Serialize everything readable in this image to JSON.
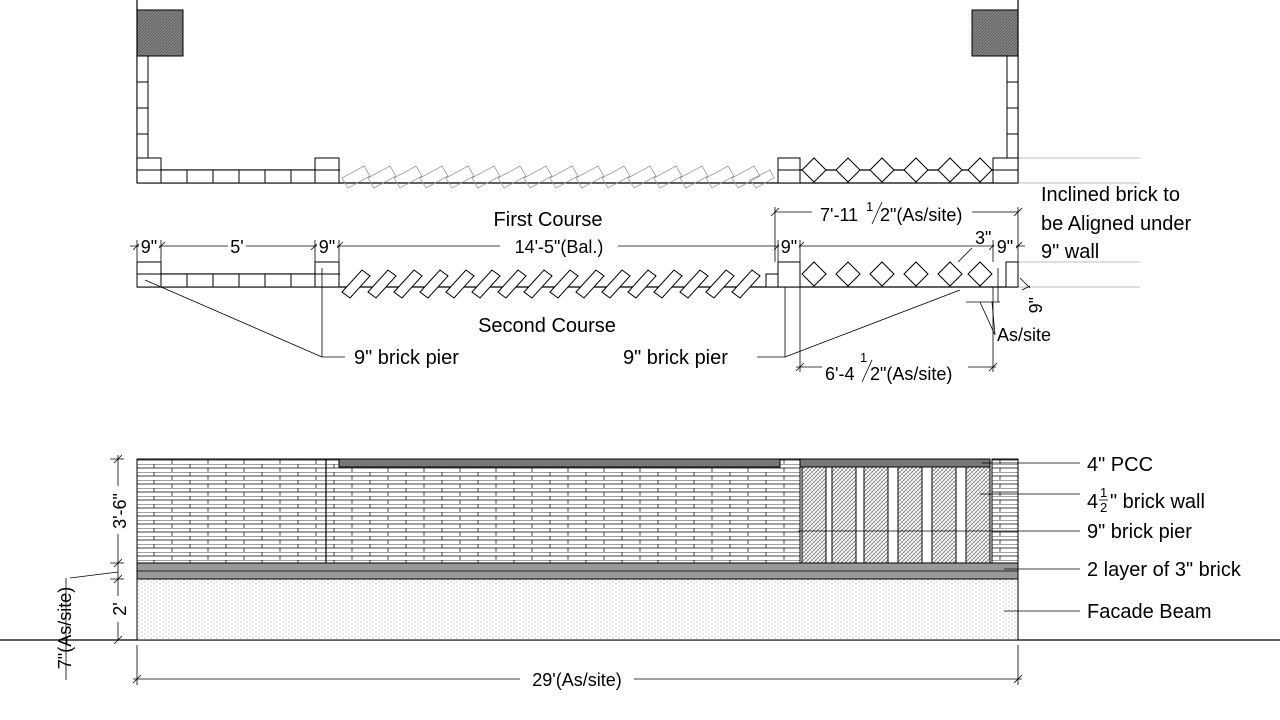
{
  "titles": {
    "first_course": "First Course",
    "second_course": "Second Course"
  },
  "notes": {
    "inclined_line1": "Inclined brick to",
    "inclined_line2": "be Aligned under",
    "inclined_line3": "9\" wall",
    "pier_left": "9\" brick pier",
    "pier_mid": "9\" brick pier",
    "as_site": "As/site"
  },
  "dimensions": {
    "pier_a": "9\"",
    "span_5": "5'",
    "pier_b": "9\"",
    "span_bal": "14'-5\"(Bal.)",
    "pier_c": "9\"",
    "top_right_pre": "7'-11",
    "top_right_num": "1",
    "top_right_post": "2\"(As/site)",
    "three_in": "3\"",
    "pier_d": "9\"",
    "nine_vert": "9\"",
    "bottom_right_pre": "6'-4",
    "bottom_right_num": "1",
    "bottom_right_post": "2\"(As/site)",
    "height_wall": "3'-6\"",
    "height_beam": "2'",
    "seven_in": "7\"(As/site)",
    "total_length": "29'(As/site)"
  },
  "elevation_labels": {
    "pcc": "4\" PCC",
    "brick_wall_pre": "4",
    "brick_wall_num": "1",
    "brick_wall_den": "2",
    "brick_wall_post": "\" brick wall",
    "brick_pier": "9\" brick pier",
    "two_layer": "2 layer of 3\" brick",
    "facade_beam": "Facade Beam"
  }
}
